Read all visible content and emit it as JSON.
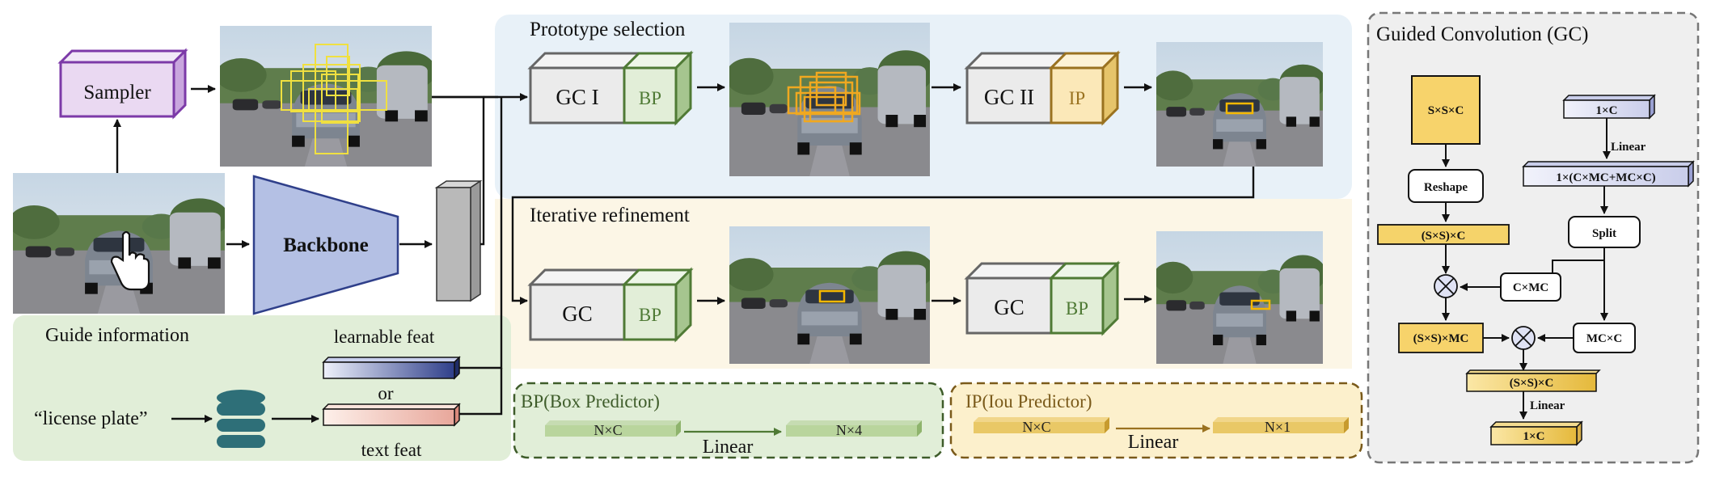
{
  "labels": {
    "sampler": "Sampler",
    "backbone": "Backbone",
    "prototype_selection": "Prototype selection",
    "iterative_refinement": "Iterative refinement",
    "gc_one": "GC I",
    "gc_two": "GC II",
    "gc": "GC",
    "bp": "BP",
    "ip": "IP",
    "guide_information": "Guide information",
    "learnable_feat": "learnable feat",
    "or": "or",
    "text_feat": "text feat",
    "license_plate": "“license plate”",
    "bp_box_predictor": "BP(Box Predictor)",
    "ip_iou_predictor": "IP(Iou Predictor)",
    "nxc": "N×C",
    "nx4": "N×4",
    "nx1": "N×1",
    "linear": "Linear",
    "guided_convolution": "Guided Convolution (GC)",
    "gc_detail": {
      "sxsxc": "S×S×C",
      "onexc": "1×C",
      "linear": "Linear",
      "expand": "1×(C×MC+MC×C)",
      "reshape": "Reshape",
      "split": "Split",
      "ssc": "(S×S)×C",
      "cxmc": "C×MC",
      "ssmc": "(S×S)×MC",
      "mcxc": "MC×C",
      "ssc_out": "(S×S)×C",
      "linear2": "Linear",
      "onexc_out": "1×C"
    }
  },
  "colors": {
    "sampler_fill": "#ead9f2",
    "sampler_border": "#7c3aa8",
    "backbone_fill": "#b4c0e4",
    "proto_bg": "#e8f1f8",
    "iter_bg": "#fcf6e6",
    "guide_bg": "#e1eed8",
    "bp_fill": "#e2eed8",
    "bp_border": "#4f7a35",
    "ip_fill": "#fbe8b8",
    "ip_border": "#9a7220",
    "gc_panel_bg": "#efefef",
    "yellow_box": "#f5d36a",
    "lavender_box": "#dfe2f4",
    "plate_box": "#f5b800"
  },
  "icons": [
    "database-icon",
    "hand-pointer-icon",
    "otimes-icon"
  ]
}
